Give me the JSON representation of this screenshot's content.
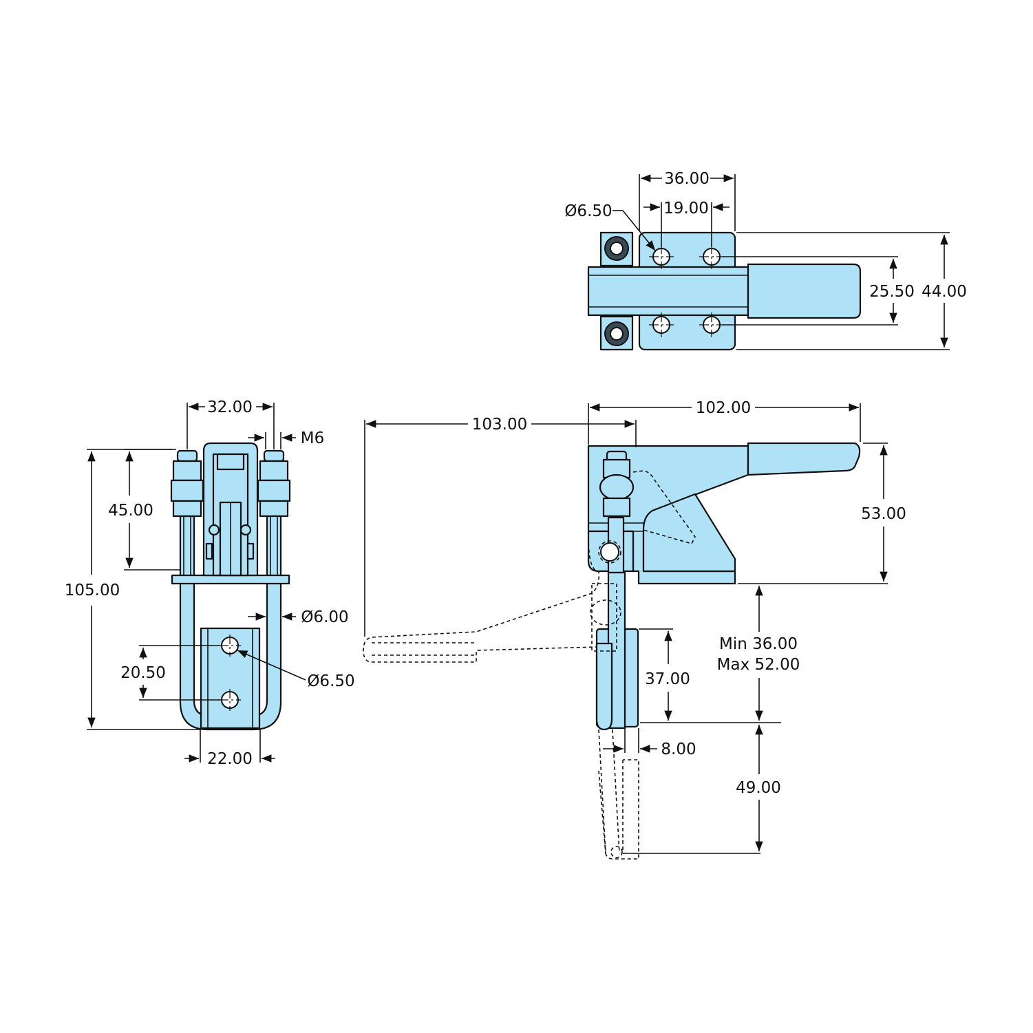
{
  "drawing": {
    "colors": {
      "part_fill": "#b0e2f7",
      "line": "#111111",
      "background": "#ffffff"
    },
    "top_view": {
      "dims": {
        "overall_width": "36.00",
        "hole_spacing": "19.00",
        "hole_diameter": "Ø6.50",
        "hole_pitch_vertical": "25.50",
        "overall_height": "44.00"
      }
    },
    "front_view": {
      "dims": {
        "top_width": "32.00",
        "thread": "M6",
        "upper_height": "45.00",
        "overall_height": "105.00",
        "rod_diameter": "Ø6.00",
        "hole_pitch": "20.50",
        "hole_diameter": "Ø6.50",
        "bottom_width": "22.00"
      }
    },
    "side_view": {
      "dims": {
        "handle_reach": "103.00",
        "overall_length": "102.00",
        "body_height": "53.00",
        "min_opening": "Min 36.00",
        "max_opening": "Max 52.00",
        "latch_length": "37.00",
        "plate_thickness": "8.00",
        "open_drop": "49.00"
      }
    }
  }
}
